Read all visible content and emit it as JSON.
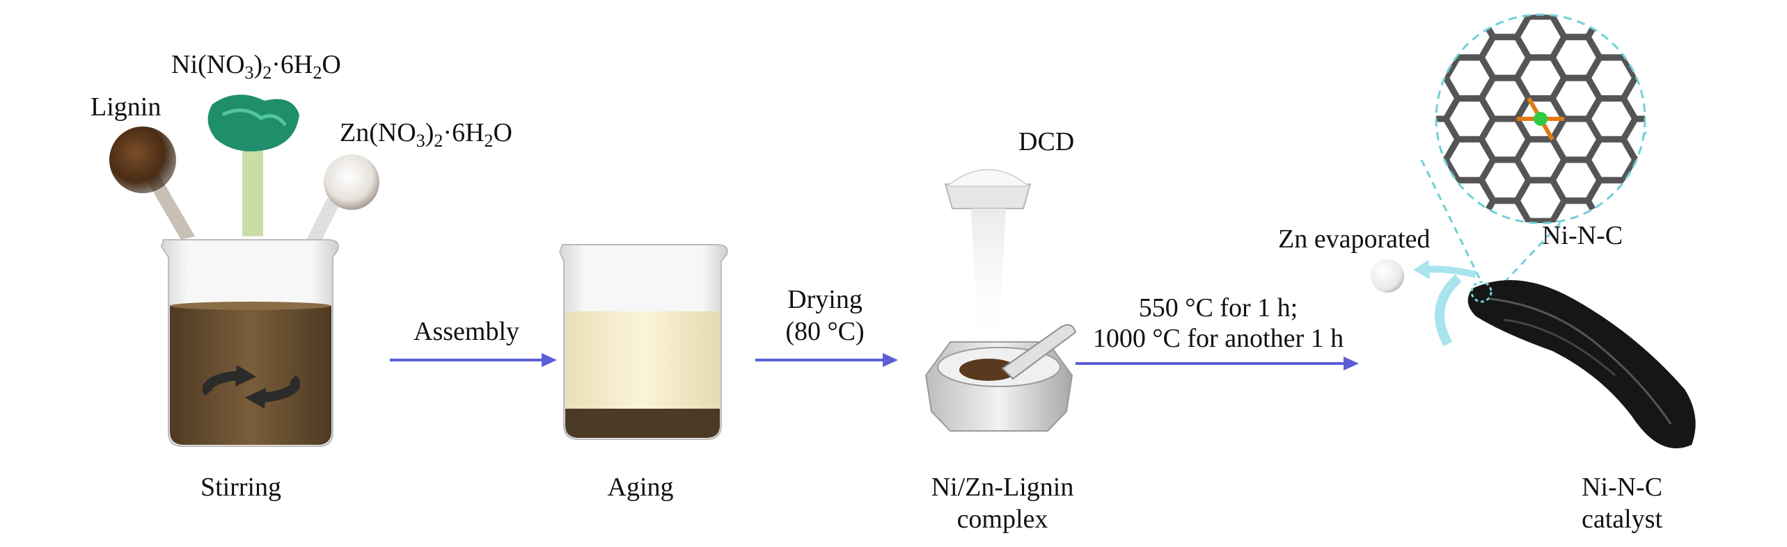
{
  "reagents": {
    "lignin": "Lignin",
    "ni_prefix": "Ni(NO",
    "ni_sub1": "3",
    "ni_mid": ")",
    "ni_sub2": "2",
    "ni_dot": "·6H",
    "ni_sub3": "2",
    "ni_end": "O",
    "zn_prefix": "Zn(NO",
    "zn_sub1": "3",
    "zn_mid": ")",
    "zn_sub2": "2",
    "zn_dot": "·6H",
    "zn_sub3": "2",
    "zn_end": "O",
    "dcd": "DCD"
  },
  "steps": {
    "stirring": "Stirring",
    "aging": "Aging",
    "complex_line1": "Ni/Zn-Lignin",
    "complex_line2": "complex",
    "catalyst_line1": "Ni-N-C",
    "catalyst_line2": "catalyst"
  },
  "arrows": {
    "assembly": "Assembly",
    "drying_line1": "Drying",
    "drying_line2": "(80 °C)",
    "heat_line1": "550 °C for 1 h;",
    "heat_line2": "1000 °C for another 1 h"
  },
  "annotations": {
    "zn_evaporated": "Zn evaporated",
    "ni_n_c": "Ni-N-C"
  },
  "colors": {
    "arrow": "#5a5fd6",
    "lignin_solution": "#6b5130",
    "aged_solution": "#f6eed0",
    "sediment": "#4a3a26",
    "carbon": "#1a1a1a",
    "nickel": "#2ecc40",
    "bond": "#e07b10",
    "zoom_circle": "#6fd0d8"
  }
}
